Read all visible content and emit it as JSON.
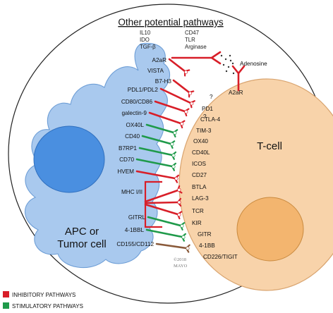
{
  "title": "Other potential pathways",
  "other_pathways": {
    "col1": [
      "IL10",
      "IDO",
      "TGF-β"
    ],
    "col2": [
      "CD47",
      "TLR",
      "Arginase"
    ]
  },
  "cells": {
    "apc": [
      "APC or",
      "Tumor cell"
    ],
    "tcell": "T-cell"
  },
  "adenosine": "Adenosine",
  "apc_labels": [
    "A2aR",
    "VISTA",
    "B7-H3",
    "PDL1/PDL2",
    "CD80/CD86",
    "galectin-9",
    "OX40L",
    "CD40",
    "B7RP1",
    "CD70",
    "HVEM",
    "MHC I/II",
    "GITRL",
    "4-1BBL",
    "CD155/CD112"
  ],
  "tcell_labels": [
    "A2aR",
    "?",
    "PD1",
    "?",
    "CTLA-4",
    "TIM-3",
    "OX40",
    "CD40L",
    "ICOS",
    "CD27",
    "BTLA",
    "LAG-3",
    "TCR",
    "KIR",
    "GITR",
    "4-1BB",
    "CD226/TIGIT"
  ],
  "copyright": [
    "©2018",
    "MAYO"
  ],
  "legend": [
    {
      "label": "INHIBITORY PATHWAYS",
      "color": "#d81e28"
    },
    {
      "label": "STIMULATORY PATHWAYS",
      "color": "#1f9a4a"
    }
  ],
  "colors": {
    "inhibitory": "#d81e28",
    "stimulatory": "#1f9a4a",
    "apc_fill": "#a9c9ee",
    "nucleus": "#4a8fe0",
    "tcell_fill": "#f8d3aa",
    "tcell_nucleus": "#f3b56f"
  }
}
